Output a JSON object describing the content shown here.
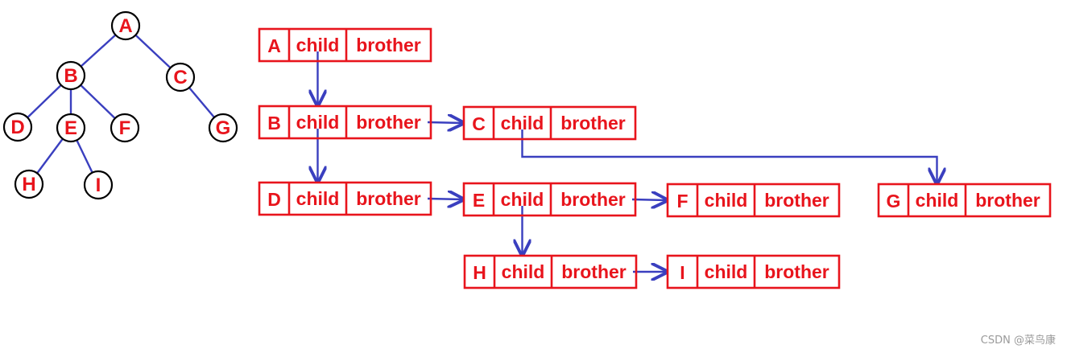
{
  "tree": {
    "nodes": [
      {
        "id": "A",
        "label": "A"
      },
      {
        "id": "B",
        "label": "B"
      },
      {
        "id": "C",
        "label": "C"
      },
      {
        "id": "D",
        "label": "D"
      },
      {
        "id": "E",
        "label": "E"
      },
      {
        "id": "F",
        "label": "F"
      },
      {
        "id": "G",
        "label": "G"
      },
      {
        "id": "H",
        "label": "H"
      },
      {
        "id": "I",
        "label": "I"
      }
    ],
    "edges": [
      [
        "A",
        "B"
      ],
      [
        "A",
        "C"
      ],
      [
        "B",
        "D"
      ],
      [
        "B",
        "E"
      ],
      [
        "B",
        "F"
      ],
      [
        "C",
        "G"
      ],
      [
        "E",
        "H"
      ],
      [
        "E",
        "I"
      ]
    ]
  },
  "records": [
    {
      "id": "A",
      "label": "A",
      "child": "child",
      "brother": "brother"
    },
    {
      "id": "B",
      "label": "B",
      "child": "child",
      "brother": "brother"
    },
    {
      "id": "C",
      "label": "C",
      "child": "child",
      "brother": "brother"
    },
    {
      "id": "D",
      "label": "D",
      "child": "child",
      "brother": "brother"
    },
    {
      "id": "E",
      "label": "E",
      "child": "child",
      "brother": "brother"
    },
    {
      "id": "F",
      "label": "F",
      "child": "child",
      "brother": "brother"
    },
    {
      "id": "G",
      "label": "G",
      "child": "child",
      "brother": "brother"
    },
    {
      "id": "H",
      "label": "H",
      "child": "child",
      "brother": "brother"
    },
    {
      "id": "I",
      "label": "I",
      "child": "child",
      "brother": "brother"
    }
  ],
  "links": [
    {
      "from": "A",
      "to": "B",
      "kind": "child"
    },
    {
      "from": "B",
      "to": "C",
      "kind": "brother"
    },
    {
      "from": "B",
      "to": "D",
      "kind": "child"
    },
    {
      "from": "C",
      "to": "G",
      "kind": "child"
    },
    {
      "from": "D",
      "to": "E",
      "kind": "brother"
    },
    {
      "from": "E",
      "to": "F",
      "kind": "brother"
    },
    {
      "from": "E",
      "to": "H",
      "kind": "child"
    },
    {
      "from": "H",
      "to": "I",
      "kind": "brother"
    }
  ],
  "colors": {
    "node_text": "#e8141c",
    "box_stroke": "#e8141c",
    "edge": "#3a3fbf",
    "circle_stroke": "#000000"
  },
  "watermark": "CSDN @菜鸟康"
}
